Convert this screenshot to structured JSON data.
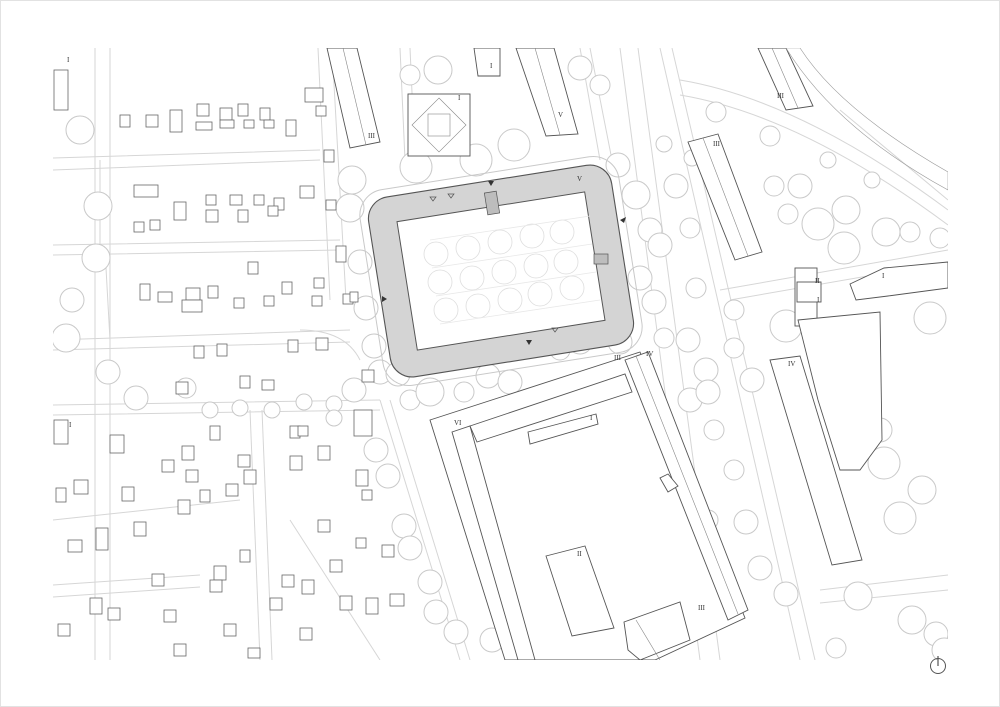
{
  "map": {
    "storey_labels": {
      "north_left_block": "III",
      "north_pyramid_block": "I",
      "north_small_block": "I",
      "north_long_block": "V",
      "north_east_block": "III",
      "school_block": "V",
      "east_long_block": "III",
      "east_cross_block_a": "II",
      "east_cross_block_b": "I",
      "east_office_block": "I",
      "east_big_block": "IV",
      "south_block_a": "III",
      "south_block_b": "IV",
      "south_block_c": "VI",
      "south_inner_block": "I",
      "south_yard_block": "II",
      "south_corner_block": "III",
      "west_house": "I",
      "west_house_b": "I"
    }
  },
  "colors": {
    "line": "#cfcfcf",
    "building": "#555555",
    "tree": "#c8c8c8",
    "site_fill": "#d4d4d4",
    "paper": "#ffffff"
  },
  "north_arrow": {
    "icon": "north-arrow-icon"
  }
}
